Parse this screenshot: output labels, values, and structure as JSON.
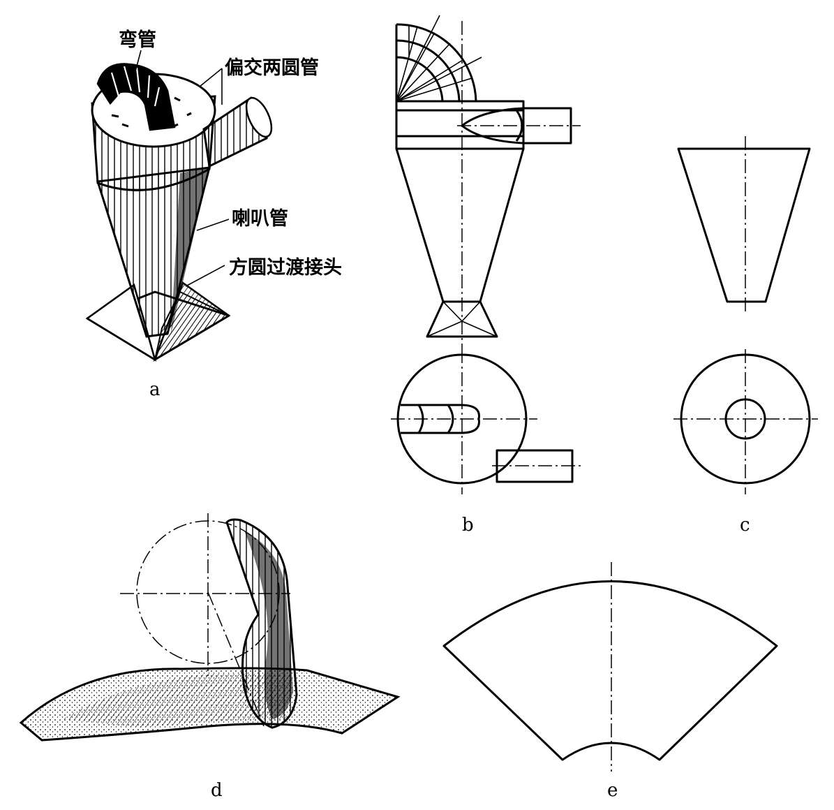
{
  "labels": {
    "elbow": "弯管",
    "offset_tubes": "偏交两圆管",
    "horn_tube": "喇叭管",
    "square_round": "方圆过渡接头"
  },
  "subfigures": [
    "a",
    "b",
    "c",
    "d",
    "e"
  ]
}
